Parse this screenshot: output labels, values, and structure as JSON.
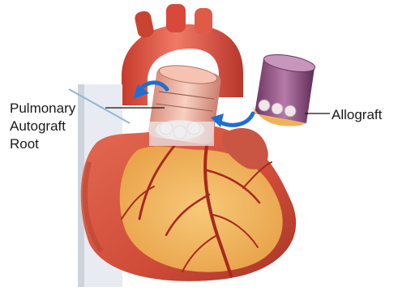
{
  "labels": {
    "pulmonary_autograft_root": [
      "Pulmonary",
      "Autograft",
      "Root"
    ],
    "allograft": "Allograft"
  },
  "colors": {
    "aorta": "#e8584a",
    "heart_muscle": "#d9553f",
    "fat": "#f4b657",
    "vessel": "#a8281e",
    "autograft": "#f2b9a6",
    "allograft_tube": "#8a4a7a",
    "arrow": "#1f6fd1",
    "leader_line": "#111111"
  }
}
